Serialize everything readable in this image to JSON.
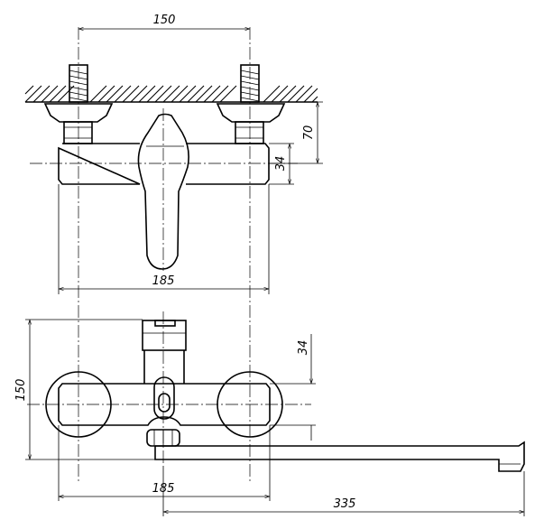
{
  "drawing": {
    "top_view": {
      "dim_width_top": "150",
      "dim_height_right": "70",
      "dim_body_height": "34",
      "dim_width_bottom": "185"
    },
    "front_view": {
      "dim_height_left": "150",
      "dim_body_height": "34",
      "dim_width_bottom": "185",
      "dim_spout_length": "335"
    }
  }
}
